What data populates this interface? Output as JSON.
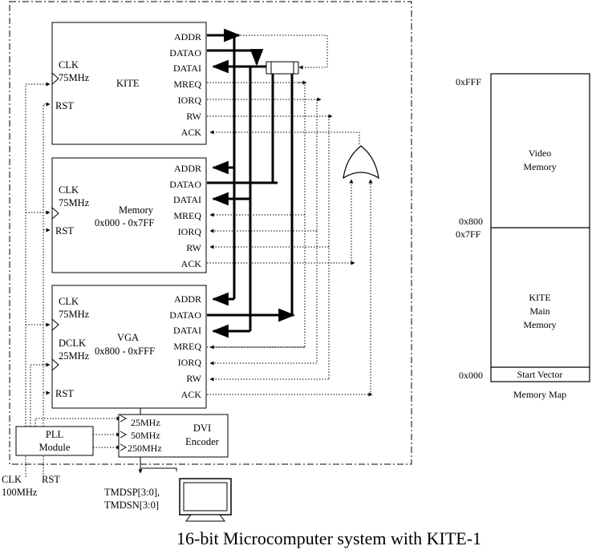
{
  "diagram": {
    "title": "16-bit Microcomputer system with KITE-1",
    "signals": [
      "ADDR",
      "DATAO",
      "DATAI",
      "MREQ",
      "IORQ",
      "RW",
      "ACK"
    ],
    "kite": {
      "clk": "CLK",
      "freq": "75MHz",
      "rst": "RST",
      "name": "KITE"
    },
    "memory": {
      "clk": "CLK",
      "freq": "75MHz",
      "rst": "RST",
      "name": "Memory",
      "range": "0x000 - 0x7FF"
    },
    "vga": {
      "clk": "CLK",
      "freq": "75MHz",
      "dclk": "DCLK",
      "dfreq": "25MHz",
      "rst": "RST",
      "name": "VGA",
      "range": "0x800 - 0xFFF"
    },
    "pll": {
      "line1": "PLL",
      "line2": "Module"
    },
    "dvi": {
      "line1": "DVI",
      "line2": "Encoder",
      "clk1": "25MHz",
      "clk2": "50MHz",
      "clk3": "250MHz"
    },
    "inputs": {
      "clk": "CLK",
      "clk_freq": "100MHz",
      "rst": "RST"
    },
    "tmds": {
      "line1": "TMDSP[3:0],",
      "line2": "TMDSN[3:0]"
    },
    "memory_map": {
      "caption": "Memory Map",
      "labels": [
        "0xFFF",
        "0x800",
        "0x7FF",
        "0x000"
      ],
      "regions": {
        "video": [
          "Video",
          "Memory"
        ],
        "main": [
          "KITE",
          "Main",
          "Memory"
        ],
        "vector": "Start Vector"
      }
    }
  }
}
